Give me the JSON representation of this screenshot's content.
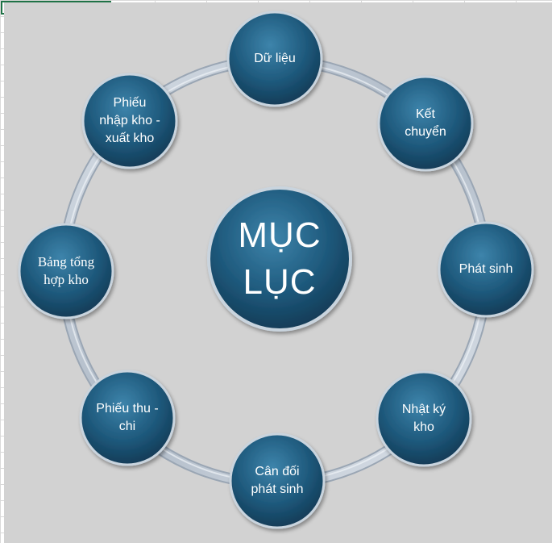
{
  "diagram": {
    "center": {
      "lines": [
        "MỤC",
        "LỤC"
      ]
    },
    "nodes": [
      {
        "id": "du-lieu",
        "lines": [
          "Dữ liệu"
        ]
      },
      {
        "id": "ket-chuyen",
        "lines": [
          "Kết",
          "chuyển"
        ]
      },
      {
        "id": "phat-sinh",
        "lines": [
          "Phát sinh"
        ]
      },
      {
        "id": "nhat-ky-kho",
        "lines": [
          "Nhật ký",
          "kho"
        ]
      },
      {
        "id": "can-doi-phat-sinh",
        "lines": [
          "Cân đối",
          "phát sinh"
        ]
      },
      {
        "id": "phieu-thu-chi",
        "lines": [
          "Phiếu thu -",
          "chi"
        ]
      },
      {
        "id": "bang-tong-hop-kho",
        "lines": [
          "Bảng tổng",
          "hợp kho"
        ]
      },
      {
        "id": "phieu-nhap-xuat-kho",
        "lines": [
          "Phiếu",
          "nhập kho -",
          "xuất kho"
        ]
      }
    ],
    "colors": {
      "node_fill_light": "#3a7fa6",
      "node_fill_dark": "#123f5c",
      "ring": "#c2ccd8",
      "background": "#d2d2d2"
    }
  }
}
